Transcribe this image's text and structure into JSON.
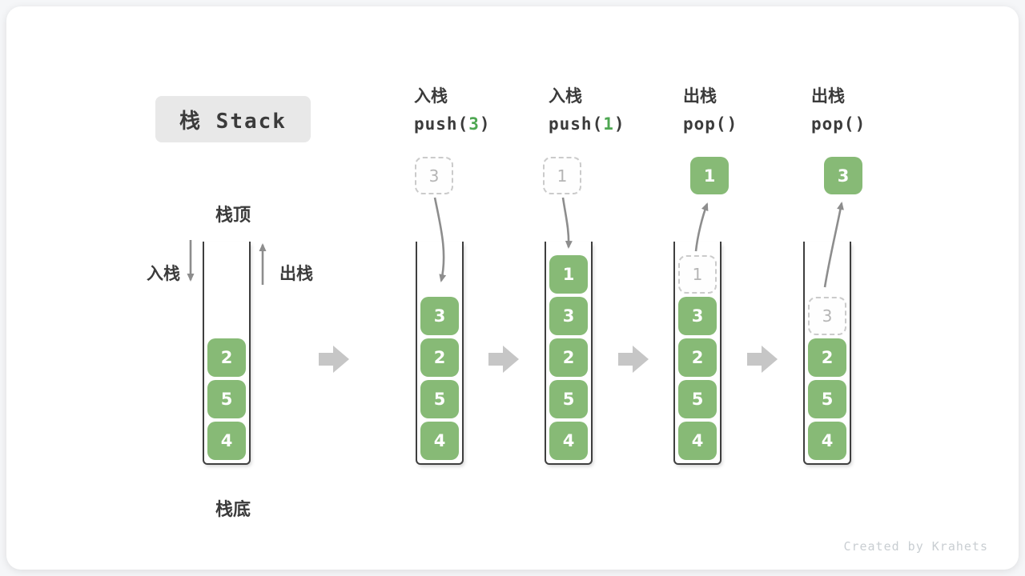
{
  "title": "栈 Stack",
  "labels": {
    "top": "栈顶",
    "bottom": "栈底",
    "push": "入栈",
    "pop": "出栈"
  },
  "watermark": "Created by Krahets",
  "colors": {
    "green": "#87ba76",
    "code_green": "#4ea752",
    "dark": "#3b3b3b",
    "arrow_gray": "#8d8d8d",
    "block_arrow": "#c6c6c6",
    "dashed_border": "#cbcbcb",
    "ghost_text": "#b5b5b5",
    "title_bg": "#e8e8e8",
    "watermark_gray": "#c9ced2"
  },
  "columns": [
    {
      "id": "c1",
      "stack": [
        {
          "v": "2"
        },
        {
          "v": "5"
        },
        {
          "v": "4"
        }
      ]
    },
    {
      "id": "c2",
      "header": {
        "line1": "入栈",
        "code_pre": "push(",
        "code_arg": "3",
        "code_post": ")"
      },
      "float": {
        "value": "3",
        "variant": "dashed"
      },
      "stack": [
        {
          "v": "3"
        },
        {
          "v": "2"
        },
        {
          "v": "5"
        },
        {
          "v": "4"
        }
      ]
    },
    {
      "id": "c3",
      "header": {
        "line1": "入栈",
        "code_pre": "push(",
        "code_arg": "1",
        "code_post": ")"
      },
      "float": {
        "value": "1",
        "variant": "dashed"
      },
      "stack": [
        {
          "v": "1"
        },
        {
          "v": "3"
        },
        {
          "v": "2"
        },
        {
          "v": "5"
        },
        {
          "v": "4"
        }
      ]
    },
    {
      "id": "c4",
      "header": {
        "line1": "出栈",
        "code_pre": "pop(",
        "code_arg": "",
        "code_post": ")"
      },
      "float": {
        "value": "1",
        "variant": "solid"
      },
      "stack": [
        {
          "v": "1",
          "ghost": true
        },
        {
          "v": "3"
        },
        {
          "v": "2"
        },
        {
          "v": "5"
        },
        {
          "v": "4"
        }
      ]
    },
    {
      "id": "c5",
      "header": {
        "line1": "出栈",
        "code_pre": "pop(",
        "code_arg": "",
        "code_post": ")"
      },
      "float": {
        "value": "3",
        "variant": "solid"
      },
      "stack": [
        {
          "v": "3",
          "ghost": true
        },
        {
          "v": "2"
        },
        {
          "v": "5"
        },
        {
          "v": "4"
        }
      ]
    }
  ]
}
